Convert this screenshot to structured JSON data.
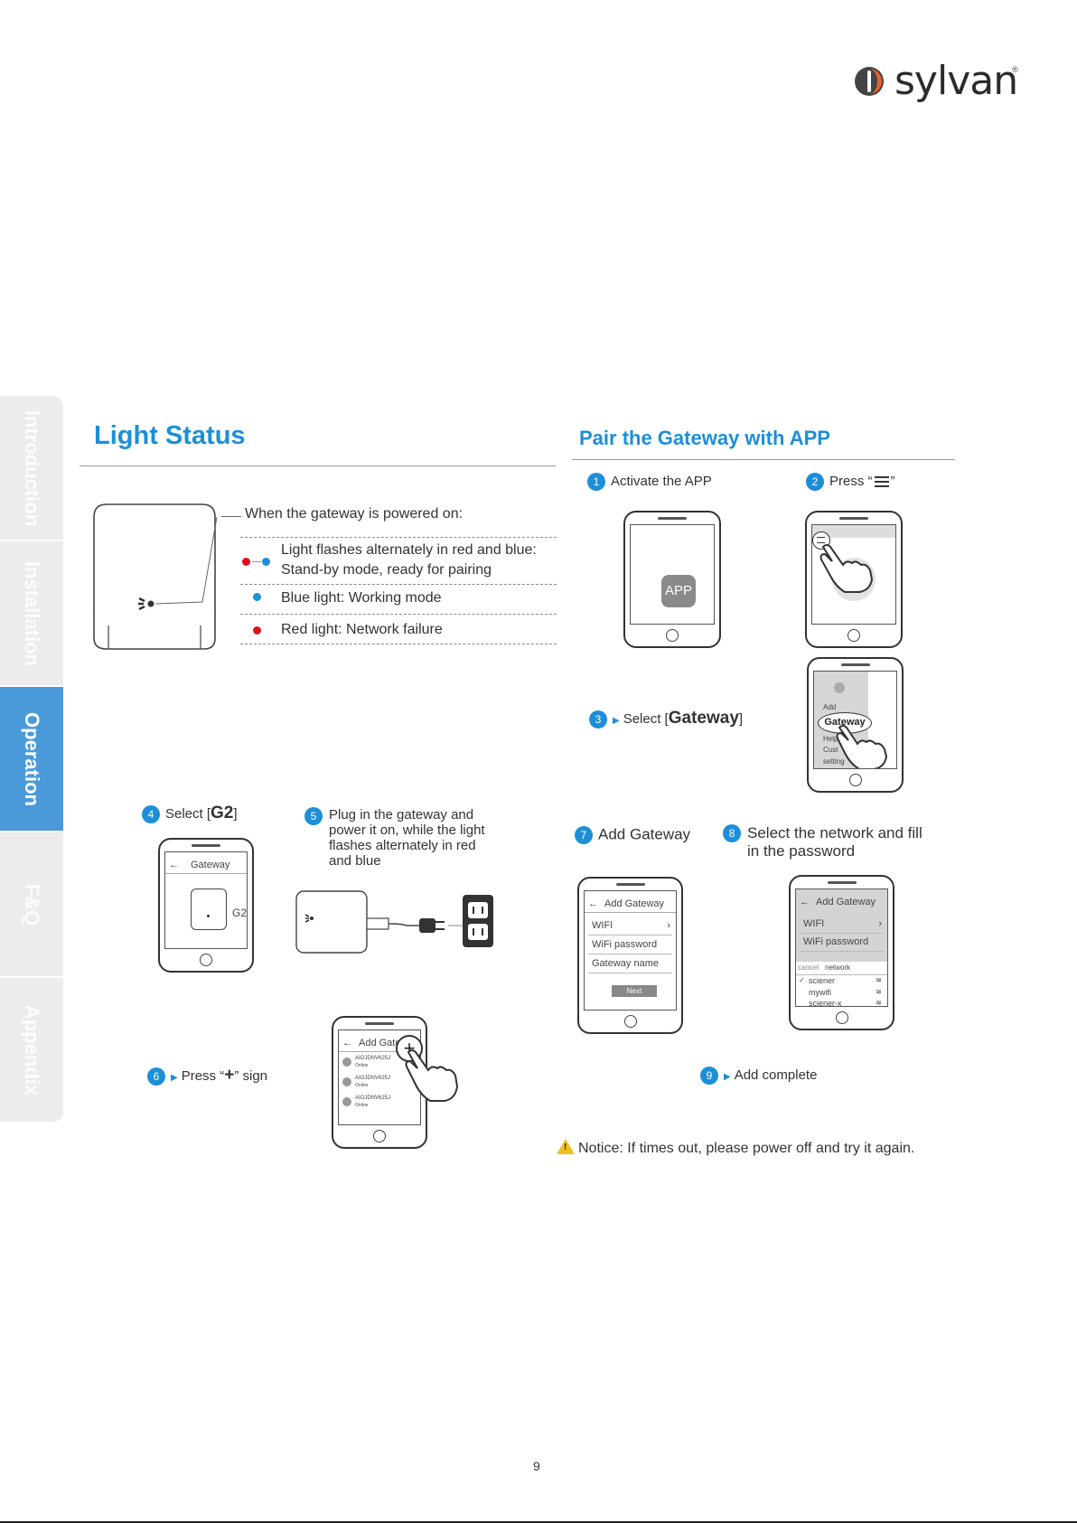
{
  "brand": {
    "name": "sylvan",
    "registered": "®"
  },
  "side_tabs": [
    {
      "label": "Introduction",
      "active": false
    },
    {
      "label": "Installation",
      "active": false
    },
    {
      "label": "Operation",
      "active": true
    },
    {
      "label": "F&Q",
      "active": false
    },
    {
      "label": "Appendix",
      "active": false
    }
  ],
  "colors": {
    "accent": "#1d8fd8",
    "active_tab": "#4a9ad9",
    "red": "#e0101a",
    "blue": "#1d8fd8"
  },
  "light_status": {
    "title": "Light Status",
    "intro": "When the gateway is powered on:",
    "items": [
      {
        "line1": "Light flashes alternately in red and blue:",
        "line2": "Stand-by mode, ready for pairing"
      },
      {
        "line1": "Blue light: Working mode"
      },
      {
        "line1": "Red light: Network failure"
      }
    ]
  },
  "pairing": {
    "title": "Pair the Gateway with APP",
    "steps": {
      "s1": {
        "num": "1",
        "text": "Activate the APP"
      },
      "s2": {
        "num": "2",
        "text_before": "Press “",
        "text_after": "”"
      },
      "s3": {
        "num": "3",
        "text_before": "Select [",
        "emph": "Gateway",
        "text_after": "]"
      },
      "s4": {
        "num": "4",
        "text_before": "Select [",
        "emph": "G2",
        "text_after": "]"
      },
      "s5": {
        "num": "5",
        "lines": [
          "Plug in the gateway and",
          "power it on, while the light",
          "flashes alternately in red",
          "and blue"
        ]
      },
      "s6": {
        "num": "6",
        "text_before": "Press “",
        "symbol": "+",
        "text_after": "” sign"
      },
      "s7": {
        "num": "7",
        "text": "Add Gateway"
      },
      "s8": {
        "num": "8",
        "lines": [
          "Select the network and fill",
          "in the password"
        ]
      },
      "s9": {
        "num": "9",
        "text": "Add complete"
      }
    },
    "screens": {
      "app_icon": "APP",
      "menu_gateway": "Gateway",
      "menu_items": [
        "Add",
        "Help",
        "Cust",
        "setting"
      ],
      "g2_title": "Gateway",
      "g2_label": "G2",
      "add_gateway_title": "Add Gateway",
      "wifi": "WIFI",
      "wifi_password": "WiFi password",
      "gateway_name": "Gateway name",
      "next": "Next",
      "cancel": "cancel",
      "network": "network",
      "networks": [
        "sciener",
        "mywifi",
        "sciener-x"
      ],
      "device_id": "AIOJDNV625J",
      "device_status": "Online"
    }
  },
  "notice": "Notice: If times out, please power off and try it again.",
  "page_number": "9"
}
